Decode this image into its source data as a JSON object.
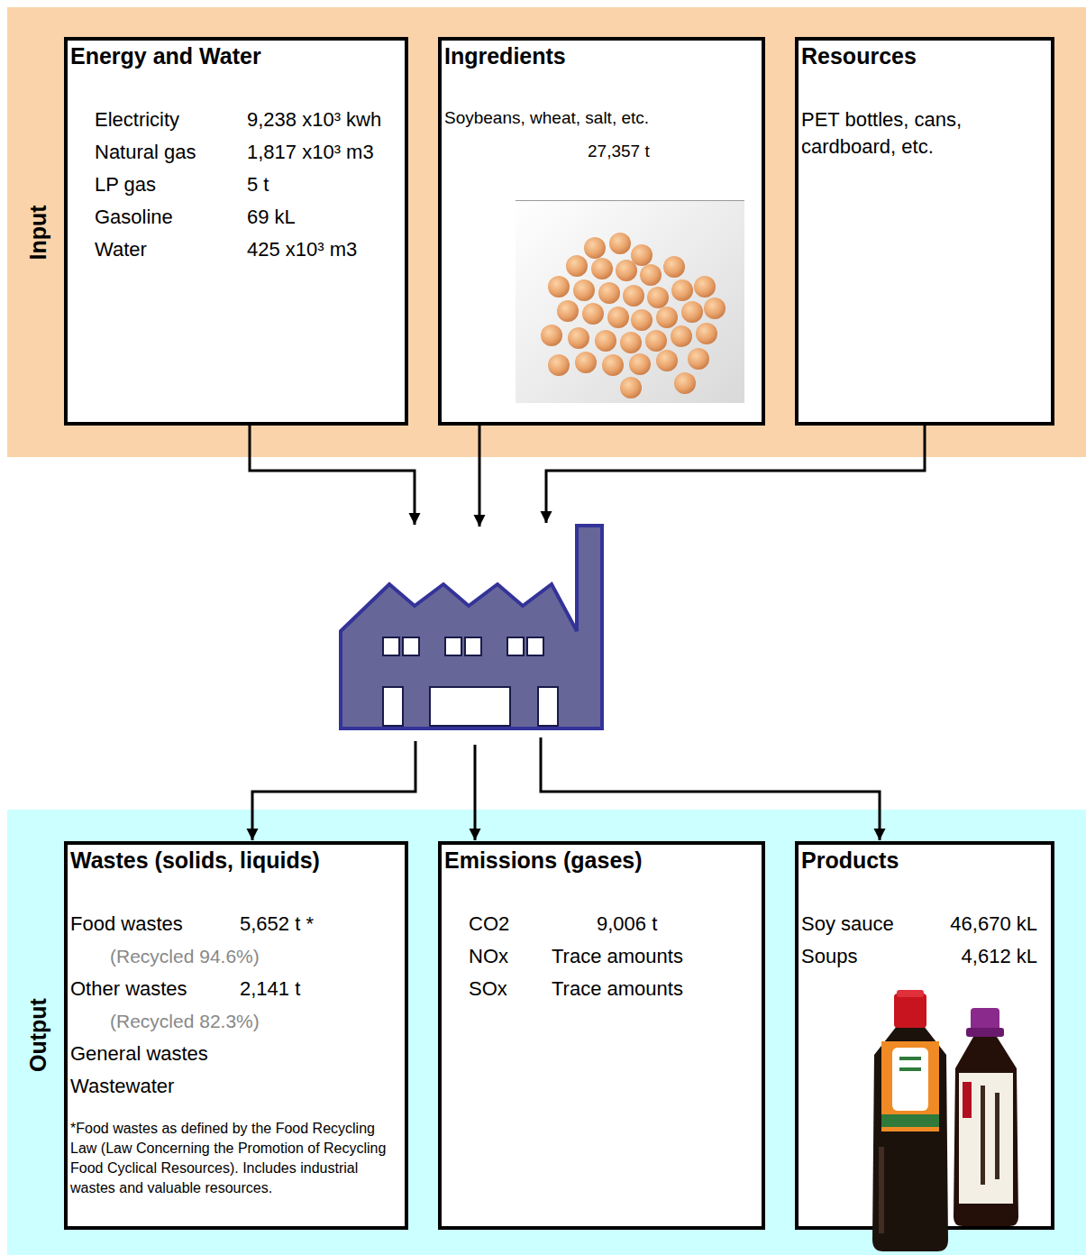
{
  "diagram": {
    "nodes": [
      {
        "text": [
          "Input"
        ]
      },
      {
        "text": [
          "Energy and Water",
          "Electricity",
          "9,238 x10³ kwh",
          "Natural gas",
          "1,817 x10³ m3",
          "LP gas",
          "5 t",
          "Gasoline",
          "69 kL",
          "Water",
          "425 x10³ m3"
        ],
        "in": 0
      },
      {
        "text": [
          "Ingredients",
          "Soybeans, wheat, salt, etc.",
          "27,357 t"
        ],
        "in": 0
      },
      {
        "text": [
          "Resources",
          "PET bottles, cans, cardboard, etc."
        ],
        "in": 0
      },
      {
        "text": [
          "Output"
        ]
      },
      {
        "text": [
          "Wastes (solids, liquids)",
          "Food wastes",
          "5,652 t *",
          "(Recycled 94.6%)",
          "Other wastes",
          "2,141 t",
          "(Recycled 82.3%)",
          "General wastes",
          "Wastewater",
          "*Food wastes as defined by the Food Recycling Law (Law Concerning the Promotion of Recycling Food Cyclical Resources). Includes industrial wastes and valuable resources."
        ],
        "in": 4
      },
      {
        "text": [
          "Emissions (gases)",
          "CO2",
          "9,006 t",
          "NOx",
          "Trace amounts",
          "SOx",
          "Trace amounts"
        ],
        "in": 4
      },
      {
        "text": [
          "Products",
          "Soy sauce",
          "46,670 kL",
          "Soups",
          "4,612 kL"
        ],
        "in": 4
      }
    ]
  }
}
